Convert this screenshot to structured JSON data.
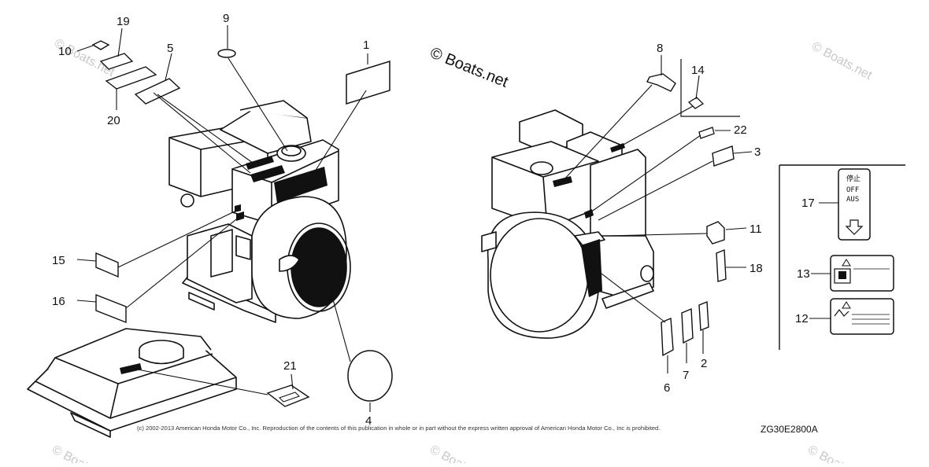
{
  "watermark": {
    "main": "© Boats.net",
    "corner": "© Boats.net"
  },
  "footer": {
    "copyright": "(c) 2002-2013 American Honda Motor Co., Inc. Reproduction of the contents of this publication in whole or in part without the express written approval of American Honda Motor Co., Inc is prohibited.",
    "diagram_code": "ZG30E2800A"
  },
  "callouts": {
    "c1": "1",
    "c2": "2",
    "c3": "3",
    "c4": "4",
    "c5": "5",
    "c6": "6",
    "c7": "7",
    "c8": "8",
    "c9": "9",
    "c10": "10",
    "c11": "11",
    "c12": "12",
    "c13": "13",
    "c14": "14",
    "c15": "15",
    "c16": "16",
    "c17": "17",
    "c18": "18",
    "c19": "19",
    "c20": "20",
    "c21": "21",
    "c22": "22"
  },
  "decal17": {
    "line1": "停止",
    "line2": "OFF",
    "line3": "AUS"
  },
  "colors": {
    "ink": "#111111",
    "decal_fill": "#111111",
    "paper": "#ffffff"
  }
}
